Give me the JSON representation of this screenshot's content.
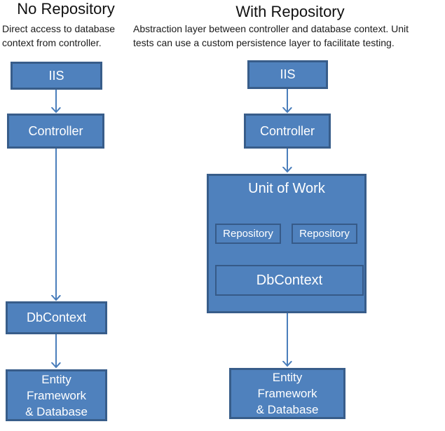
{
  "diagram": {
    "colors": {
      "background": "#ffffff",
      "box_fill": "#4f81bd",
      "box_border": "#385d8a",
      "inner_box_border": "#365a88",
      "arrow": "#4a7ebb",
      "heading_text": "#111111",
      "box_text": "#ffffff"
    },
    "left": {
      "title": "No Repository",
      "subtitle": "Direct access to database\ncontext from controller.",
      "iis_label": "IIS",
      "controller_label": "Controller",
      "dbcontext_label": "DbContext",
      "entity_framework_label": "Entity\nFramework\n& Database"
    },
    "right": {
      "title": "With Repository",
      "subtitle": "Abstraction layer between controller and database context. Unit\ntests can use a custom persistence layer to facilitate testing.",
      "iis_label": "IIS",
      "controller_label": "Controller",
      "unit_of_work_label": "Unit of Work",
      "repository_left_label": "Repository",
      "repository_right_label": "Repository",
      "dbcontext_label": "DbContext",
      "entity_framework_label": "Entity\nFramework\n& Database"
    }
  }
}
